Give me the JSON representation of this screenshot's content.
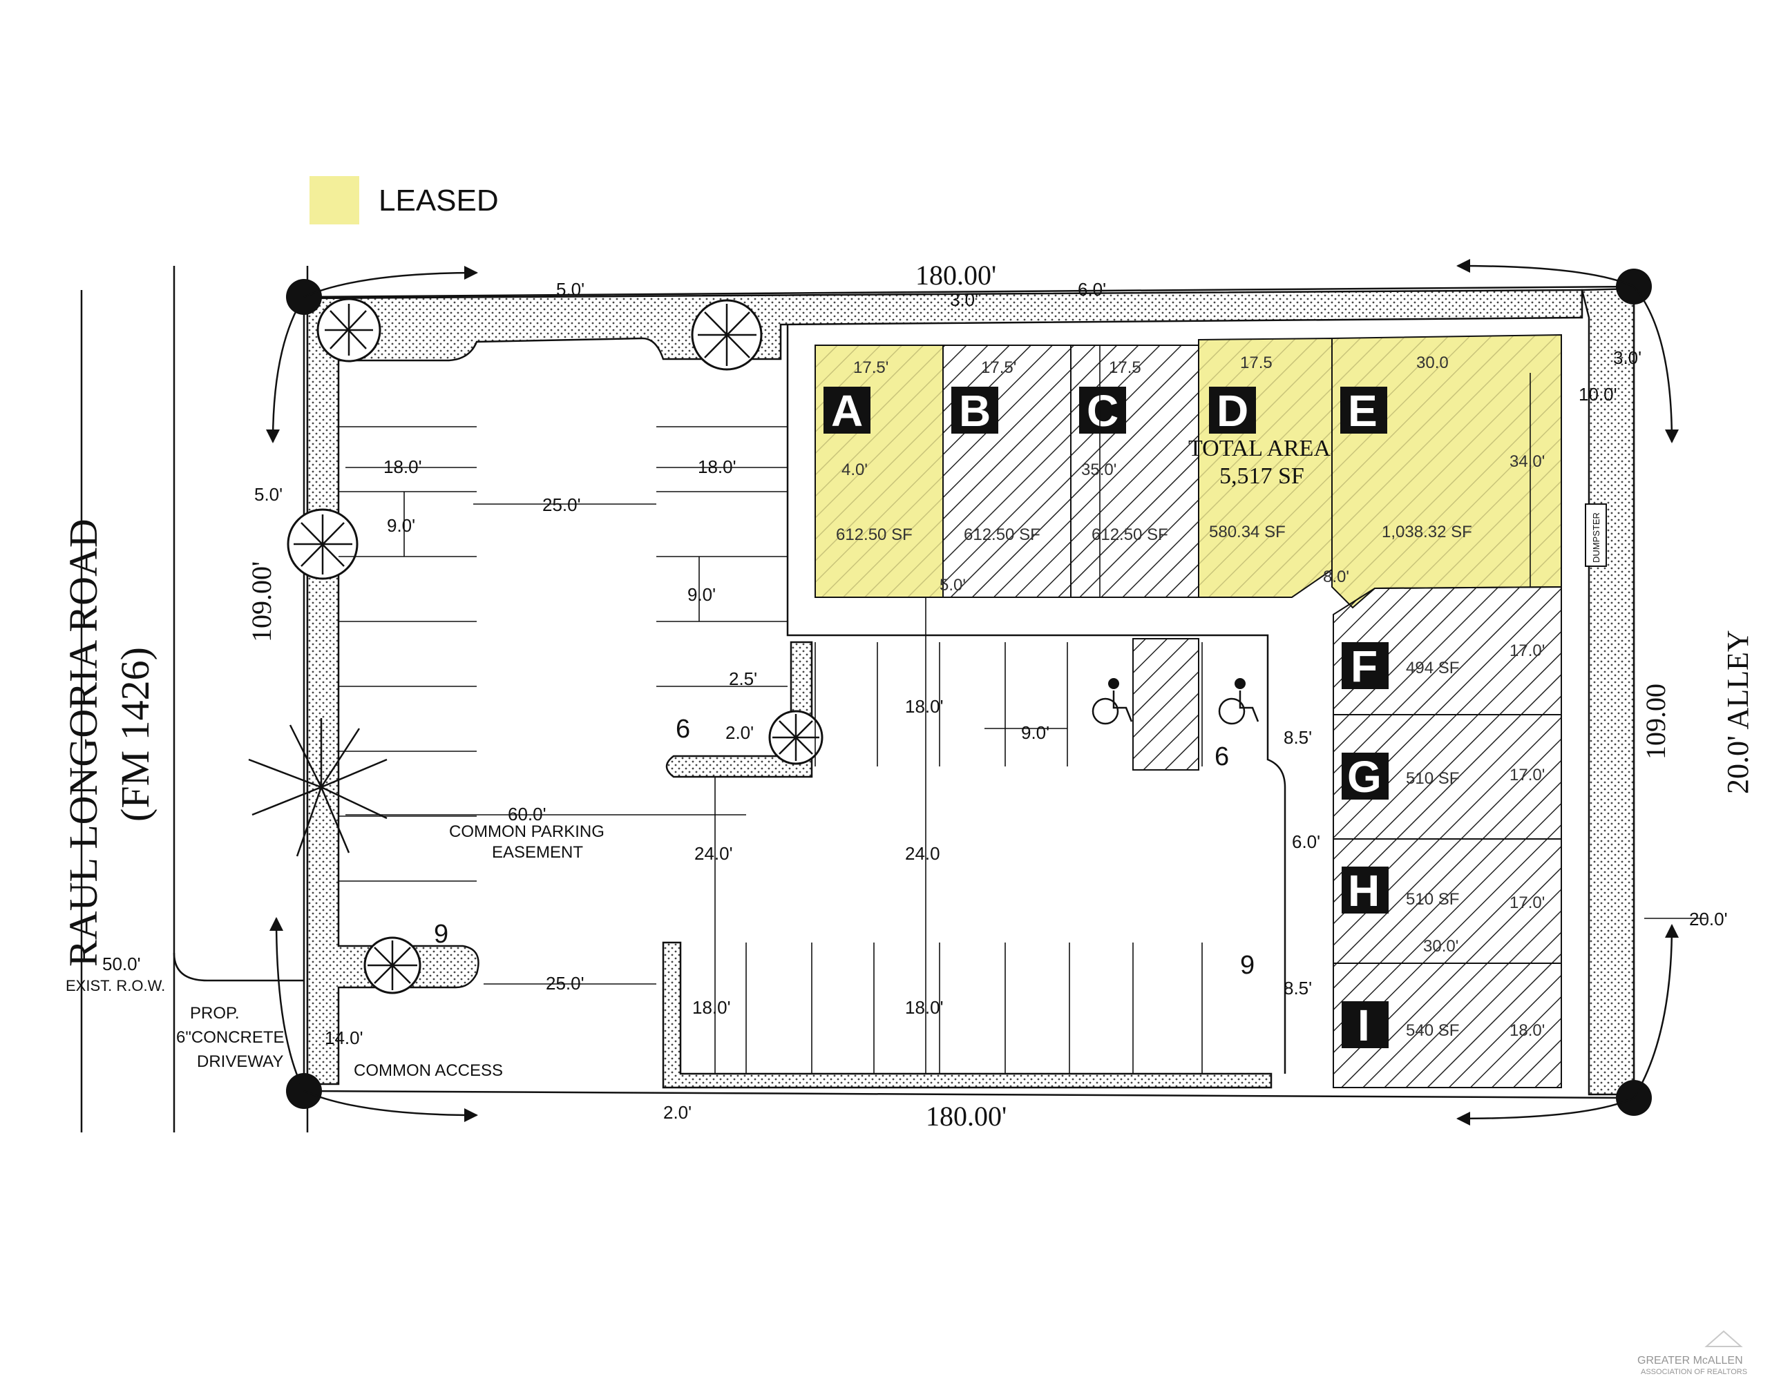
{
  "legend": {
    "label": "LEASED",
    "color": "#f3ef9a"
  },
  "roads": {
    "west": "RAUL LONGORIA ROAD",
    "west_sub": "(FM 1426)",
    "east": "20.0' ALLEY",
    "row": "50.0'",
    "row_sub": "EXIST. R.O.W.",
    "driveway": [
      "PROP.",
      "6\"CONCRETE",
      "DRIVEWAY"
    ],
    "common_access": "COMMON ACCESS",
    "parking_easement": [
      "COMMON PARKING",
      "EASEMENT"
    ],
    "dumpster": "DUMPSTER"
  },
  "dimensions": {
    "top": "180.00'",
    "bottom": "180.00'",
    "left": "109.00'",
    "right": "109.00",
    "labels": [
      "5.0'",
      "3.0'",
      "6.0'",
      "3.0'",
      "10.0'",
      "5.0'",
      "18.0'",
      "25.0'",
      "18.0'",
      "9.0'",
      "9.0'",
      "2.5'",
      "2.0'",
      "18.0'",
      "9.0'",
      "8.5'",
      "60.0'",
      "24.0'",
      "24.0",
      "6.0'",
      "20.0'",
      "18.0'",
      "18.0'",
      "25.0'",
      "8.5'",
      "14.0'",
      "2.0'",
      "17.5'",
      "17.5'",
      "17.5",
      "17.5",
      "30.0",
      "4.0'",
      "35.0'",
      "34.0'",
      "8.0'",
      "5.0'",
      "17.0'",
      "17.0'",
      "17.0'",
      "30.0'",
      "18.0'"
    ]
  },
  "parking_counts": [
    "6",
    "6",
    "9",
    "9"
  ],
  "total_area": {
    "label": "TOTAL AREA",
    "value": "5,517 SF"
  },
  "units": [
    {
      "id": "A",
      "area": "612.50 SF",
      "leased": true
    },
    {
      "id": "B",
      "area": "612.50 SF",
      "leased": false
    },
    {
      "id": "C",
      "area": "612.50 SF",
      "leased": false
    },
    {
      "id": "D",
      "area": "580.34 SF",
      "leased": true
    },
    {
      "id": "E",
      "area": "1,038.32 SF",
      "leased": true
    },
    {
      "id": "F",
      "area": "494 SF",
      "leased": false
    },
    {
      "id": "G",
      "area": "510 SF",
      "leased": false
    },
    {
      "id": "H",
      "area": "510 SF",
      "leased": false
    },
    {
      "id": "I",
      "area": "540 SF",
      "leased": false
    }
  ],
  "watermark": [
    "GREATER McALLEN",
    "ASSOCIATION OF REALTORS"
  ]
}
